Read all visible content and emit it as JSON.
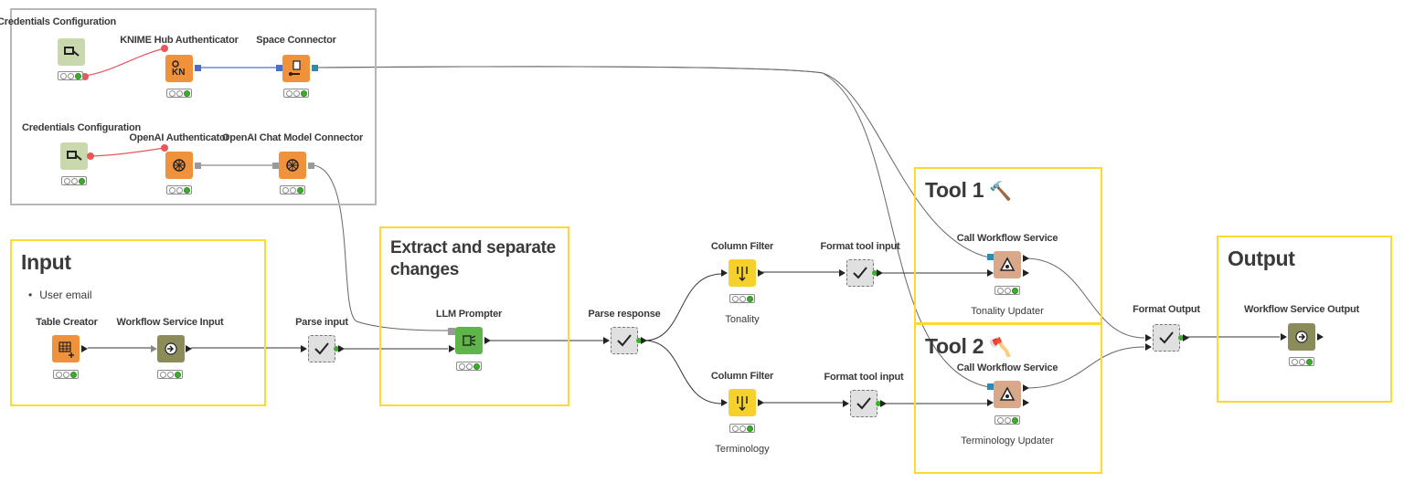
{
  "annotations": {
    "input": {
      "title": "Input",
      "bullet": "User email"
    },
    "extract": {
      "title": "Extract and separate changes"
    },
    "tool1": {
      "title": "Tool 1",
      "emoji": "🔨"
    },
    "tool2": {
      "title": "Tool 2",
      "emoji": "🪓"
    },
    "output": {
      "title": "Output"
    }
  },
  "nodes": {
    "cred1": {
      "title": "Credentials Configuration",
      "icon": "key-icon",
      "color": "#c9d9ad"
    },
    "hubauth": {
      "title": "KNIME Hub Authenticator",
      "icon": "knime-hub-icon",
      "color": "#f0913c"
    },
    "space": {
      "title": "Space Connector",
      "icon": "file-connector-icon",
      "color": "#f0913c"
    },
    "cred2": {
      "title": "Credentials Configuration",
      "icon": "key-icon",
      "color": "#c9d9ad"
    },
    "openaiauth": {
      "title": "OpenAI Authenticator",
      "icon": "openai-icon",
      "color": "#f0913c"
    },
    "chatmodel": {
      "title": "OpenAI Chat Model Connector",
      "icon": "openai-icon",
      "color": "#f0913c"
    },
    "tablecreator": {
      "title": "Table Creator",
      "icon": "table-icon",
      "color": "#f0913c"
    },
    "wsinput": {
      "title": "Workflow Service Input",
      "icon": "service-input-icon",
      "color": "#8c8c5a"
    },
    "parseinput": {
      "title": "Parse input",
      "icon": "checkmark-icon",
      "color": "#e0e0e0"
    },
    "llm": {
      "title": "LLM Prompter",
      "icon": "prompt-icon",
      "color": "#5fb54a"
    },
    "parseresponse": {
      "title": "Parse response",
      "icon": "checkmark-icon",
      "color": "#e0e0e0"
    },
    "colfilter1": {
      "title": "Column Filter",
      "label": "Tonality",
      "icon": "filter-icon",
      "color": "#f6d12b"
    },
    "colfilter2": {
      "title": "Column Filter",
      "label": "Terminology",
      "icon": "filter-icon",
      "color": "#f6d12b"
    },
    "fmt1": {
      "title": "Format tool input",
      "icon": "checkmark-icon",
      "color": "#e0e0e0"
    },
    "fmt2": {
      "title": "Format tool input",
      "icon": "checkmark-icon",
      "color": "#e0e0e0"
    },
    "call1": {
      "title": "Call Workflow Service",
      "label": "Tonality Updater",
      "icon": "call-service-icon",
      "color": "#d9a88a"
    },
    "call2": {
      "title": "Call Workflow Service",
      "label": "Terminology Updater",
      "icon": "call-service-icon",
      "color": "#d9a88a"
    },
    "fmtout": {
      "title": "Format Output",
      "icon": "checkmark-icon",
      "color": "#e0e0e0"
    },
    "wsoutput": {
      "title": "Workflow Service Output",
      "icon": "service-output-icon",
      "color": "#8c8c5a"
    }
  },
  "colors": {
    "connection": "#555555",
    "credential_connection": "#e8575a",
    "annotation_yellow": "#ffd830",
    "annotation_gray": "#b7b7b7",
    "status_green": "#3dae2b"
  }
}
